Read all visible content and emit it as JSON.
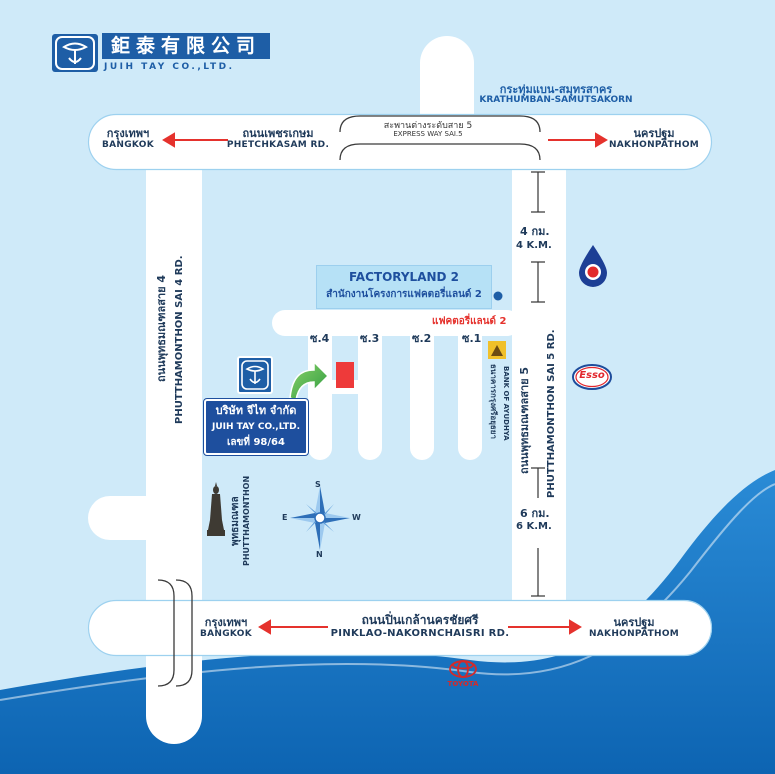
{
  "company": {
    "name_chinese": "鉅泰有限公司",
    "name_english": "JUIH TAY CO.,LTD.",
    "box_thai": "บริษัท จีไท จำกัด",
    "box_english": "JUIH TAY CO.,LTD.",
    "box_address": "เลขที่ 98/64"
  },
  "roads": {
    "krathumban_thai": "กระทุ่มแบน-สมุทรสาคร",
    "krathumban_english": "KRATHUMBAN-SAMUTSAKORN",
    "petchkasem_thai": "ถนนเพชรเกษม",
    "petchkasem_english": "PHETCHKASAM RD.",
    "expressway_thai": "สะพานต่างระดับสาย 5",
    "expressway_english": "EXPRESS WAY SAI.5",
    "pinklao_thai": "ถนนปิ่นเกล้านครชัยศรี",
    "pinklao_english": "PINKLAO-NAKORNCHAISRI RD.",
    "sai4_thai": "ถนนพุทธมณฑลสาย 4",
    "sai4_english": "PHUTTHAMONTHON SAI 4 RD.",
    "sai5_thai": "ถนนพุทธมณฑลสาย 5",
    "sai5_english": "PHUTTHAMONTHON SAI 5 RD."
  },
  "directions": {
    "bangkok_thai": "กรุงเทพฯ",
    "bangkok_english": "BANGKOK",
    "nakhonpathom_thai": "นครปฐม",
    "nakhonpathom_english": "NAKHONPATHOM"
  },
  "distances": {
    "north_thai": "4 กม.",
    "north_english": "4 K.M.",
    "south_thai": "6 กม.",
    "south_english": "6 K.M."
  },
  "factoryland": {
    "title": "FACTORYLAND 2",
    "thai": "สำนักงานโครงการแฟคตอรี่แลนด์ 2",
    "road_label": "แฟคตอรี่แลนด์ 2",
    "sois": [
      "ซ.4",
      "ซ.3",
      "ซ.2",
      "ซ.1"
    ]
  },
  "landmarks": {
    "bank_thai": "ธนาคารกรุงศรีอยุธยา",
    "bank_english": "BANK OF AYUDHYA",
    "esso": "Esso",
    "toyota": "TOYOTA",
    "phutthamonthon_thai": "พุทธมณฑล",
    "phutthamonthon_english": "PHUTTHAMONTHON"
  },
  "compass": {
    "n": "N",
    "s": "S",
    "e": "E",
    "w": "W"
  },
  "colors": {
    "background": "#cfeaf9",
    "wave": "#1275c4",
    "road": "#ffffff",
    "arrow_red": "#e5322d",
    "brand_blue": "#1e5ea6",
    "target_red": "#ee3a3a",
    "pointer_green": "#3fae49"
  }
}
